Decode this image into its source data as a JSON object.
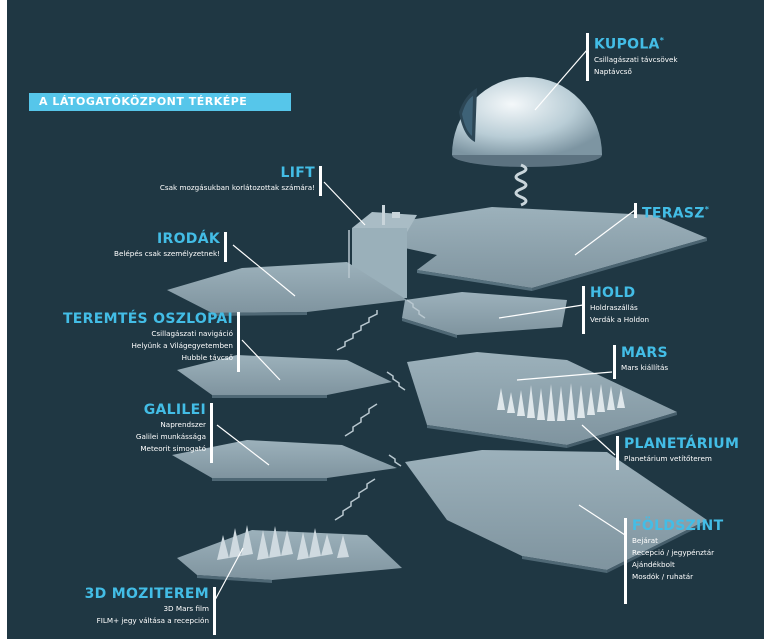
{
  "title_badge": "A LÁTOGATÓKÖZPONT TÉRKÉPE",
  "colors": {
    "background": "#1f3743",
    "accent": "#43bde6",
    "badge": "#56c6ea",
    "floor": "#8ea3ad",
    "text": "#ffffff"
  },
  "labels": {
    "kupola": {
      "title": "KUPOLA",
      "mark": "*",
      "items": [
        "Csillagászati távcsövek",
        "Naptávcső"
      ]
    },
    "terasz": {
      "title": "TERASZ",
      "mark": "*"
    },
    "lift": {
      "title": "LIFT",
      "items": [
        "Csak mozgásukban korlátozottak számára!"
      ]
    },
    "irodak": {
      "title": "IRODÁK",
      "items": [
        "Belépés csak személyzetnek!"
      ]
    },
    "hold": {
      "title": "HOLD",
      "items": [
        "Holdraszállás",
        "Verdák a Holdon"
      ]
    },
    "teremtes": {
      "title": "TEREMTÉS OSZLOPAI",
      "items": [
        "Csillagászati navigáció",
        "Helyünk a Világegyetemben",
        "Hubble távcső"
      ]
    },
    "mars": {
      "title": "MARS",
      "items": [
        "Mars kiállítás"
      ]
    },
    "galilei": {
      "title": "GALILEI",
      "items": [
        "Naprendszer",
        "Galilei munkássága",
        "Meteorit simogató"
      ]
    },
    "planetarium": {
      "title": "PLANETÁRIUM",
      "items": [
        "Planetárium vetítőterem"
      ]
    },
    "foldszint": {
      "title": "FÖLDSZINT",
      "items": [
        "Bejárat",
        "Recepció / jegypénztár",
        "Ajándékbolt",
        "Mosdók / ruhatár"
      ]
    },
    "moziterem": {
      "title": "3D MOZITEREM",
      "items": [
        "3D Mars film",
        "FILM+ jegy váltása a recepción"
      ]
    }
  }
}
